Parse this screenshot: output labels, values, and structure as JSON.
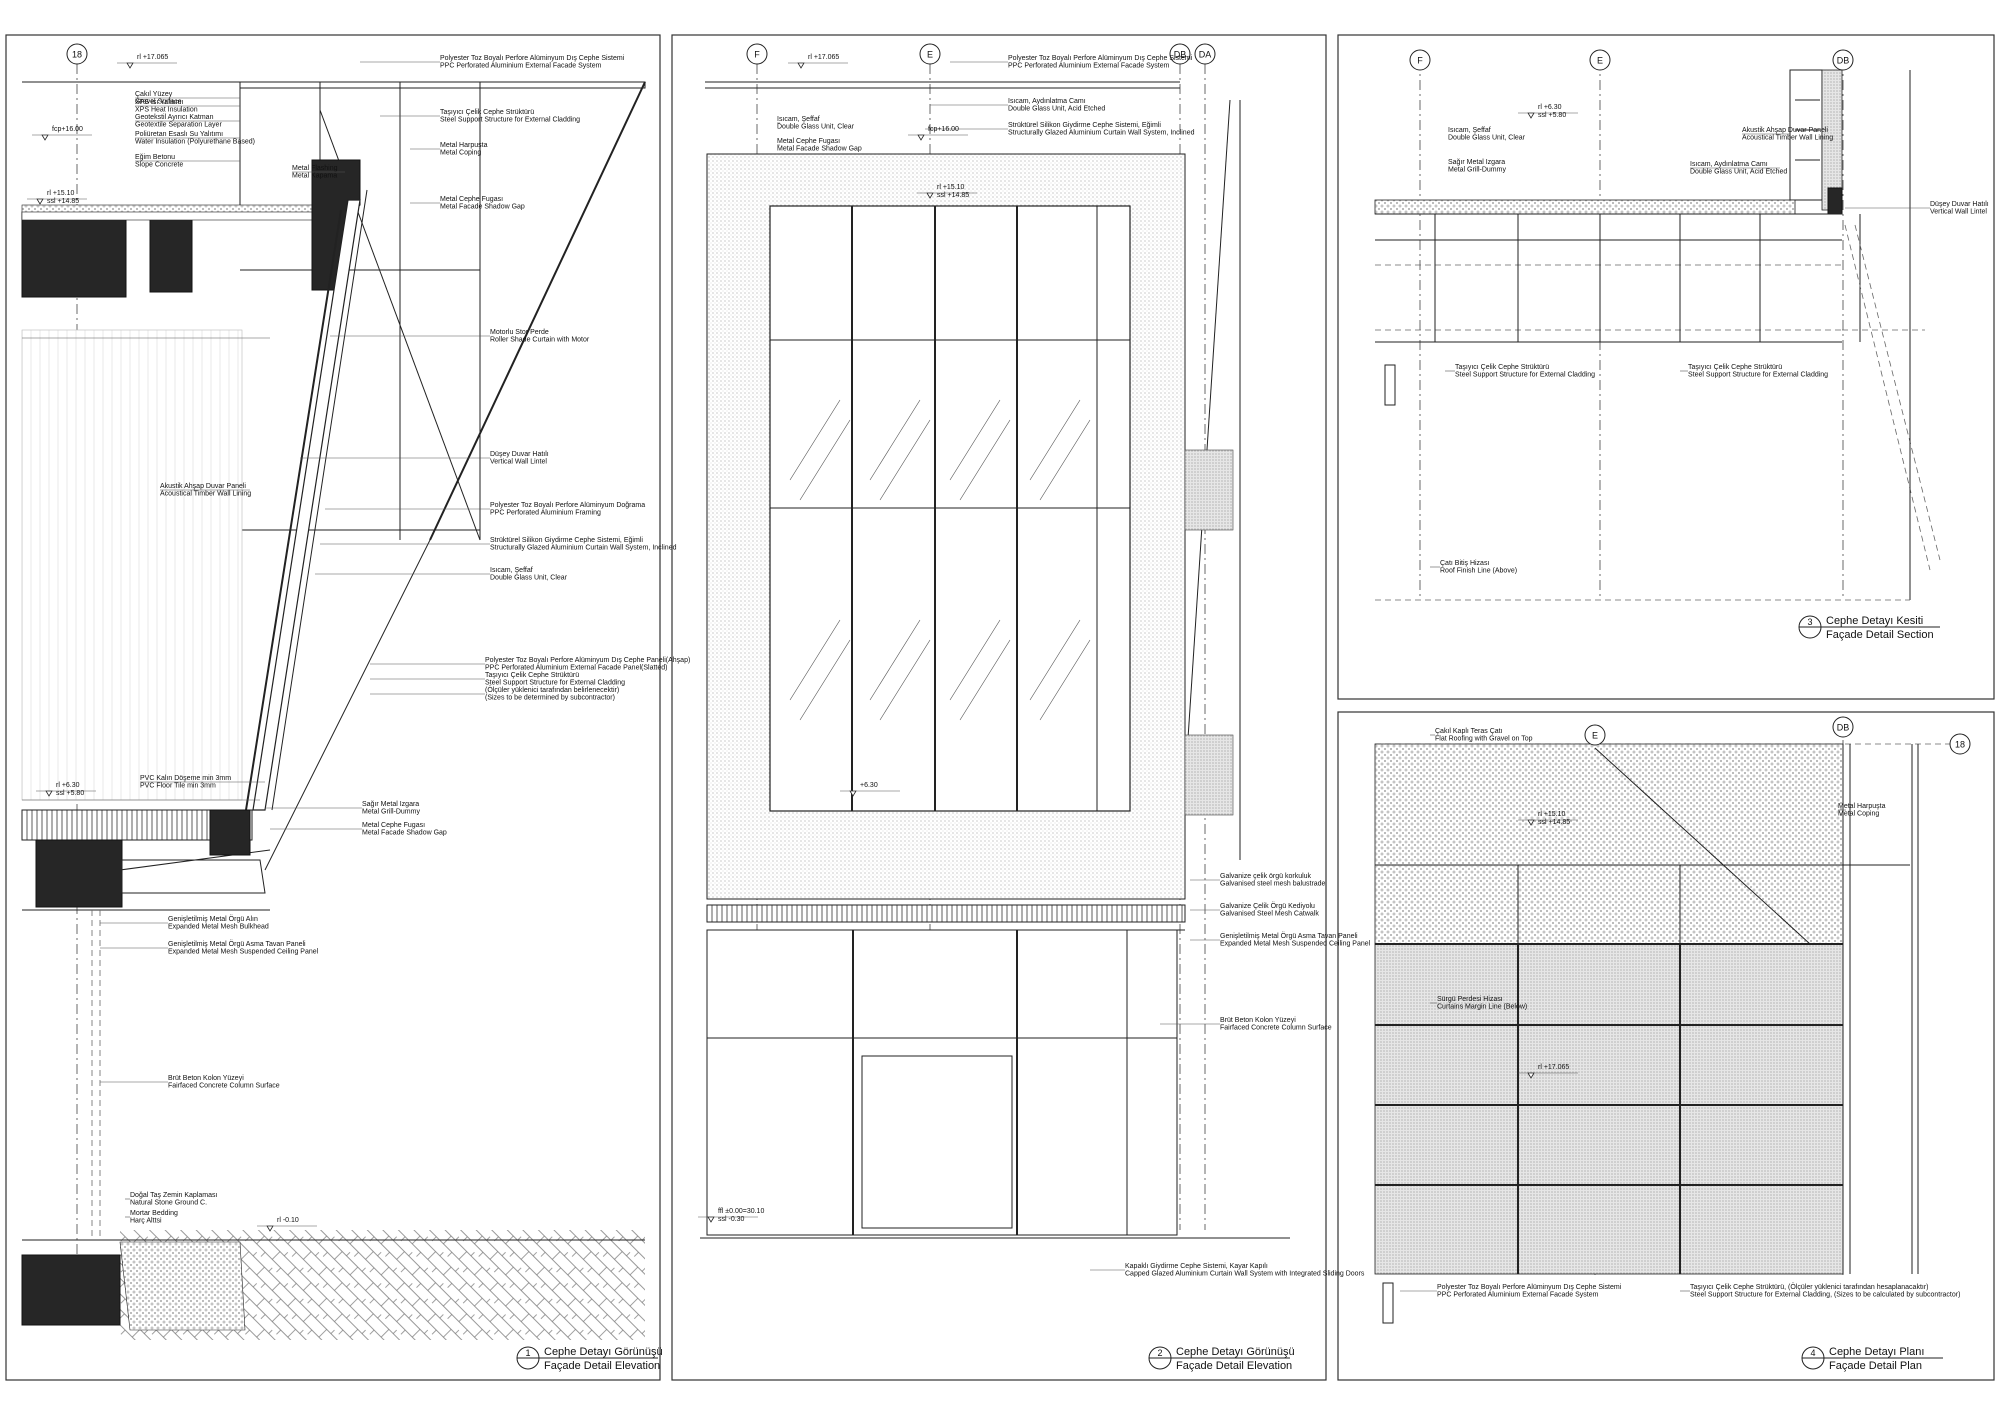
{
  "panels": [
    {
      "id": "p1",
      "number": "1",
      "title_tr": "Cephe Detayı Görünüşü",
      "title_en": "Façade Detail Elevation",
      "axis": "18",
      "levels": [
        {
          "line1": "rl +17.065",
          "line2": ""
        },
        {
          "line1": "fcp+16.00",
          "line2": ""
        },
        {
          "line1": "rl +15.10",
          "line2": "ssl +14.85"
        },
        {
          "line1": "rl +6.30",
          "line2": "ssl +5.80"
        },
        {
          "line1": "rl -0.10",
          "line2": ""
        }
      ],
      "annotations": [
        {
          "tr": "Çakıl Yüzey",
          "en": "Gravel Surface"
        },
        {
          "tr": "XPS Isı Yalıtımı",
          "en": "XPS Heat Insulation"
        },
        {
          "tr": "Geotekstil Ayırıcı Katman",
          "en": "Geotextile Separation Layer"
        },
        {
          "tr": "Poliüretan Esaslı Su Yalıtımı",
          "en": "Water Insulation (Polyurethane Based)"
        },
        {
          "tr": "Eğim Betonu",
          "en": "Slope Concrete"
        },
        {
          "tr": "Metal Flashing",
          "en": "Metal Kapama"
        },
        {
          "tr": "Polyester Toz Boyalı Perfore Alüminyum Dış Cephe Sistemi",
          "en": "PPC Perforated Aluminium External Facade System"
        },
        {
          "tr": "Taşıyıcı Çelik Cephe Strüktürü",
          "en": "Steel Support Structure for External Cladding"
        },
        {
          "tr": "Metal Harpuşta",
          "en": "Metal Coping"
        },
        {
          "tr": "Metal Cephe Fugası",
          "en": "Metal Facade Shadow Gap"
        },
        {
          "tr": "Motorlu Stor Perde",
          "en": "Roller Shade Curtain with Motor"
        },
        {
          "tr": "Düşey Duvar Hatılı",
          "en": "Vertical Wall Lintel"
        },
        {
          "tr": "Akustik Ahşap Duvar Paneli",
          "en": "Acoustical Timber Wall Lining"
        },
        {
          "tr": "Polyester Toz Boyalı Perfore Alüminyum Doğrama",
          "en": "PPC Perforated Aluminium Framing"
        },
        {
          "tr": "Strüktürel Silikon Giydirme Cephe Sistemi, Eğimli",
          "en": "Structurally Glazed Aluminium Curtain Wall System, Inclined"
        },
        {
          "tr": "Isıcam, Şeffaf",
          "en": "Double Glass Unit, Clear"
        },
        {
          "tr": "Polyester Toz Boyalı Perfore Alüminyum Dış Cephe Paneli(Ahşap)",
          "en": "PPC Perforated Aluminium External Facade Panel(Slatted)"
        },
        {
          "tr": "Taşıyıcı Çelik Cephe Strüktürü",
          "en": "Steel Support Structure for External Cladding"
        },
        {
          "tr": "(Ölçüler yüklenici tarafından belirlenecektir)",
          "en": "(Sizes to be determined by subcontractor)"
        },
        {
          "tr": "PVC Kalın Döşeme min 3mm",
          "en": "PVC Floor Tile min 3mm"
        },
        {
          "tr": "Sağır Metal Izgara",
          "en": "Metal Grill-Dummy"
        },
        {
          "tr": "Metal Cephe Fugası",
          "en": "Metal Facade Shadow Gap"
        },
        {
          "tr": "Genişletilmiş Metal Örgü Alın",
          "en": "Expanded Metal Mesh Bulkhead"
        },
        {
          "tr": "Genişletilmiş Metal Örgü Asma Tavan Paneli",
          "en": "Expanded Metal Mesh Suspended Ceiling Panel"
        },
        {
          "tr": "Brüt Beton Kolon Yüzeyi",
          "en": "Fairfaced Concrete Column Surface"
        },
        {
          "tr": "Doğal Taş Zemin Kaplaması",
          "en": "Natural Stone Ground C."
        },
        {
          "tr": "Mortar Bedding",
          "en": "Harç Alttsi"
        }
      ]
    },
    {
      "id": "p2",
      "number": "2",
      "title_tr": "Cephe Detayı Görünüşü",
      "title_en": "Façade Detail Elevation",
      "axes": [
        "F",
        "E",
        "DB",
        "DA"
      ],
      "levels": [
        {
          "line1": "rl +17.065",
          "line2": ""
        },
        {
          "line1": "fcp+16.00",
          "line2": ""
        },
        {
          "line1": "rl +15.10",
          "line2": "ssl +14.85"
        },
        {
          "line1": "+6.30",
          "line2": ""
        },
        {
          "line1": "ffl ±0.00=30.10",
          "line2": "ssl -0.30"
        }
      ],
      "annotations": [
        {
          "tr": "Polyester Toz Boyalı Perfore Alüminyum Dış Cephe Sistemi",
          "en": "PPC Perforated Aluminium External Facade System"
        },
        {
          "tr": "Isıcam, Aydınlatma Camı",
          "en": "Double Glass Unit, Acid Etched"
        },
        {
          "tr": "Strüktürel Silikon Giydirme Cephe Sistemi, Eğimli",
          "en": "Structurally Glazed Aluminium Curtain Wall System, Inclined"
        },
        {
          "tr": "Isıcam, Şeffaf",
          "en": "Double Glass Unit, Clear"
        },
        {
          "tr": "Metal Cephe Fugası",
          "en": "Metal Facade Shadow Gap"
        },
        {
          "tr": "Galvanize çelik örgü korkuluk",
          "en": "Galvanised steel mesh balustrade"
        },
        {
          "tr": "Galvanize Çelik Örgü Kediyolu",
          "en": "Galvanised Steel Mesh Catwalk"
        },
        {
          "tr": "Genişletilmiş Metal Örgü Asma Tavan Paneli",
          "en": "Expanded Metal Mesh Suspended Ceiling Panel"
        },
        {
          "tr": "Brüt Beton Kolon Yüzeyi",
          "en": "Fairfaced Concrete Column Surface"
        },
        {
          "tr": "Kapaklı Giydirme Cephe Sistemi, Kayar Kapılı",
          "en": "Capped Glazed Aluminium Curtain Wall System with Integrated Sliding Doors"
        }
      ]
    },
    {
      "id": "p3",
      "number": "3",
      "title_tr": "Cephe Detayı Kesiti",
      "title_en": "Façade Detail Section",
      "axes": [
        "F",
        "E",
        "DB"
      ],
      "levels": [
        {
          "line1": "rl +6.30",
          "line2": "ssl +5.80"
        }
      ],
      "annotations": [
        {
          "tr": "Isıcam, Şeffaf",
          "en": "Double Glass Unit, Clear"
        },
        {
          "tr": "Sağır Metal Izgara",
          "en": "Metal Grill-Dummy"
        },
        {
          "tr": "Akustik Ahşap Duvar Paneli",
          "en": "Acoustical Timber Wall Lining"
        },
        {
          "tr": "Isıcam, Aydınlatma Camı",
          "en": "Double Glass Unit, Acid Etched"
        },
        {
          "tr": "Düşey Duvar Hatılı",
          "en": "Vertical Wall Lintel"
        },
        {
          "tr": "Taşıyıcı Çelik Cephe Strüktürü",
          "en": "Steel Support Structure for External Cladding"
        },
        {
          "tr": "Taşıyıcı Çelik Cephe Strüktürü",
          "en": "Steel Support Structure for External Cladding"
        },
        {
          "tr": "Çatı Bitiş Hizası",
          "en": "Roof Finish Line (Above)"
        }
      ]
    },
    {
      "id": "p4",
      "number": "4",
      "title_tr": "Cephe Detayı Planı",
      "title_en": "Façade Detail Plan",
      "axes": [
        "E",
        "DB",
        "18"
      ],
      "levels": [
        {
          "line1": "rl +15.10",
          "line2": "ssl +14.85"
        },
        {
          "line1": "rl +17.065",
          "line2": ""
        }
      ],
      "annotations": [
        {
          "tr": "Çakıl Kaplı Teras Çatı",
          "en": "Flat Roofing with Gravel on Top"
        },
        {
          "tr": "Metal Harpuşta",
          "en": "Metal Coping"
        },
        {
          "tr": "Sürgü Perdesi Hizası",
          "en": "Curtains Margin Line (Below)"
        },
        {
          "tr": "Polyester Toz Boyalı Perfore Alüminyum Dış Cephe Sistemi",
          "en": "PPC Perforated Aluminium External Facade System"
        },
        {
          "tr": "Taşıyıcı Çelik Cephe Strüktürü, (Ölçüler yüklenici tarafından hesaplanacaktır)",
          "en": "Steel Support Structure for External Cladding, (Sizes to be calculated by subcontractor)"
        }
      ]
    }
  ]
}
